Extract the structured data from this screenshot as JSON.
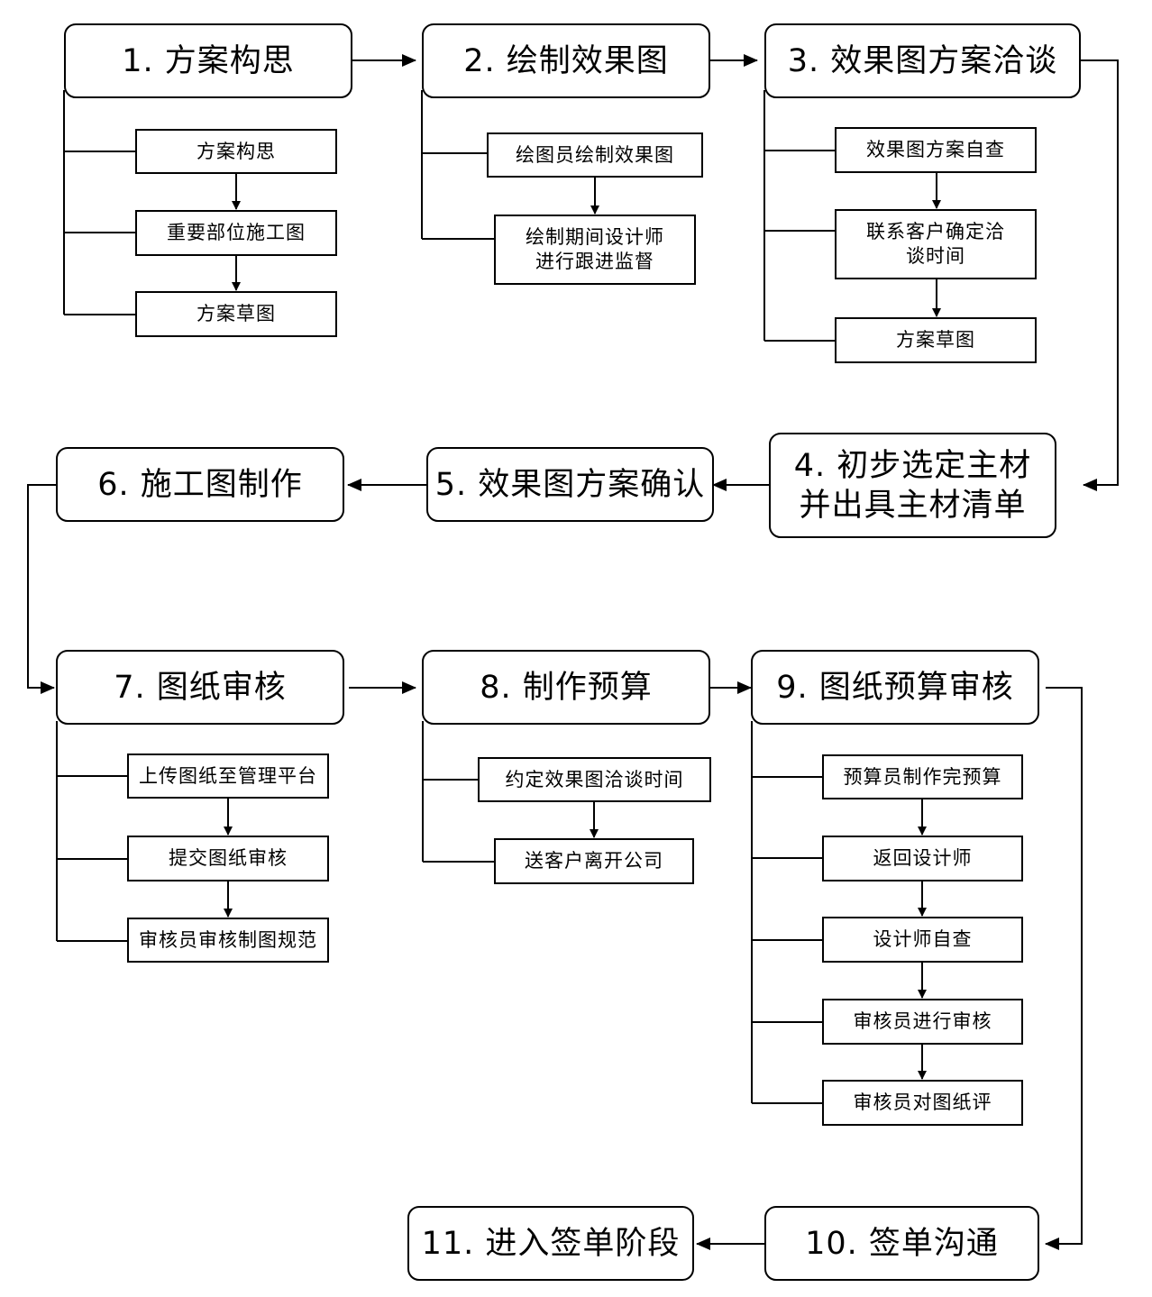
{
  "stages": {
    "s1": "1. 方案构思",
    "s2": "2. 绘制效果图",
    "s3": "3. 效果图方案洽谈",
    "s4": "4. 初步选定主材\n并出具主材清单",
    "s5": "5. 效果图方案确认",
    "s6": "6. 施工图制作",
    "s7": "7. 图纸审核",
    "s8": "8. 制作预算",
    "s9": "9. 图纸预算审核",
    "s10": "10. 签单沟通",
    "s11": "11. 进入签单阶段"
  },
  "substeps": {
    "s1": [
      "方案构思",
      "重要部位施工图",
      "方案草图"
    ],
    "s2": [
      "绘图员绘制效果图",
      "绘制期间设计师\n进行跟进监督"
    ],
    "s3": [
      "效果图方案自查",
      "联系客户确定洽\n谈时间",
      "方案草图"
    ],
    "s7": [
      "上传图纸至管理平台",
      "提交图纸审核",
      "审核员审核制图规范"
    ],
    "s8": [
      "约定效果图洽谈时间",
      "送客户离开公司"
    ],
    "s9": [
      "预算员制作完预算",
      "返回设计师",
      "设计师自查",
      "审核员进行审核",
      "审核员对图纸评"
    ]
  }
}
